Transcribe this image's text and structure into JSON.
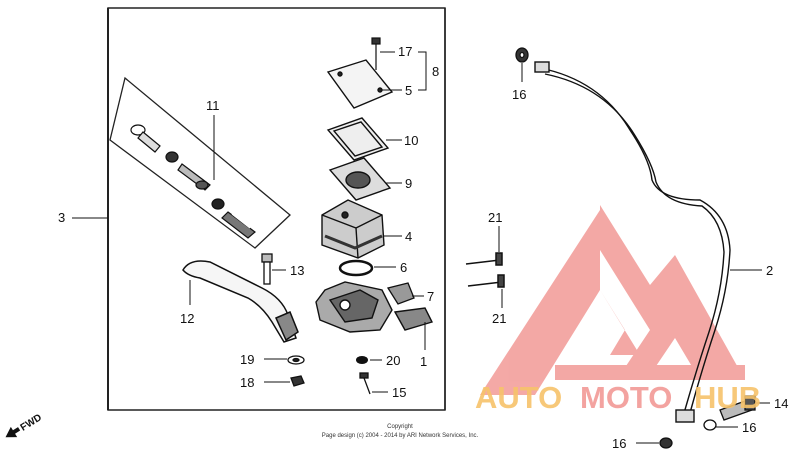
{
  "callouts": {
    "c1": "1",
    "c2": "2",
    "c3": "3",
    "c4": "4",
    "c5": "5",
    "c6": "6",
    "c7": "7",
    "c8": "8",
    "c9": "9",
    "c10": "10",
    "c11": "11",
    "c12": "12",
    "c13": "13",
    "c14": "14",
    "c15": "15",
    "c16a": "16",
    "c16b": "16",
    "c16c": "16",
    "c17": "17",
    "c18": "18",
    "c19": "19",
    "c20": "20",
    "c21a": "21",
    "c21b": "21"
  },
  "copyright": {
    "line1": "Copyright",
    "line2": "Page design (c) 2004 - 2014 by ARI Network Services, Inc."
  },
  "fwd_label": "FWD",
  "watermark": {
    "part1": "AUTO",
    "part2": "MOTO",
    "part3": "HUB",
    "color_red": "#f29a96",
    "color_orange": "#f7c36b"
  }
}
